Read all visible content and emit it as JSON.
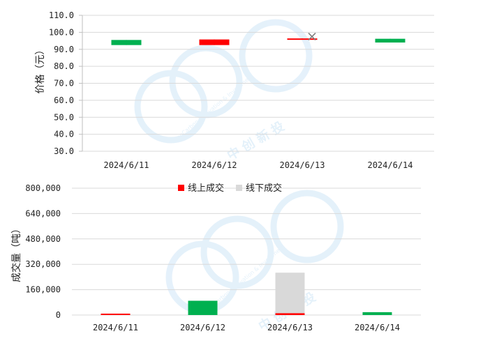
{
  "colors": {
    "up": "#ff0000",
    "down": "#00b050",
    "offline": "#d9d9d9",
    "grid": "#d9d9d9",
    "watermark": "#cfe6f7"
  },
  "watermark": {
    "brand_cn": "中 创 新 投",
    "brand_en": "SinoCarbon Innovation & Investment"
  },
  "chart_data": [
    {
      "type": "candlestick",
      "ylabel": "价格（元）",
      "ylim": [
        30,
        110
      ],
      "yticks": [
        "110.0",
        "100.0",
        "90.0",
        "80.0",
        "70.0",
        "60.0",
        "50.0",
        "40.0",
        "30.0"
      ],
      "categories": [
        "2024/6/11",
        "2024/6/12",
        "2024/6/13",
        "2024/6/14"
      ],
      "candles": [
        {
          "date": "2024/6/11",
          "open": 95.5,
          "close": 92.5,
          "high": 95.5,
          "low": 92.5
        },
        {
          "date": "2024/6/12",
          "open": 92.5,
          "close": 95.8,
          "high": 95.8,
          "low": 92.5
        },
        {
          "date": "2024/6/13",
          "open": 96.0,
          "close": 96.4,
          "high": 96.4,
          "low": 96.0
        },
        {
          "date": "2024/6/14",
          "open": 96.2,
          "close": 94.0,
          "high": 96.2,
          "low": 94.0
        }
      ],
      "markers": [
        {
          "date": "2024/6/13",
          "value": 97.5,
          "symbol": "x"
        }
      ]
    },
    {
      "type": "bar",
      "ylabel": "成交量（吨）",
      "ylim": [
        0,
        800000
      ],
      "yticks": [
        "800,000",
        "640,000",
        "480,000",
        "320,000",
        "160,000",
        "0"
      ],
      "categories": [
        "2024/6/11",
        "2024/6/12",
        "2024/6/13",
        "2024/6/14"
      ],
      "legend": [
        "线上成交",
        "线下成交"
      ],
      "series": [
        {
          "name": "线上成交",
          "values": [
            3000,
            90000,
            12000,
            18000
          ],
          "colors": [
            "#ff0000",
            "#00b050",
            "#ff0000",
            "#00b050"
          ]
        },
        {
          "name": "线下成交",
          "values": [
            0,
            0,
            255000,
            0
          ]
        }
      ]
    }
  ]
}
